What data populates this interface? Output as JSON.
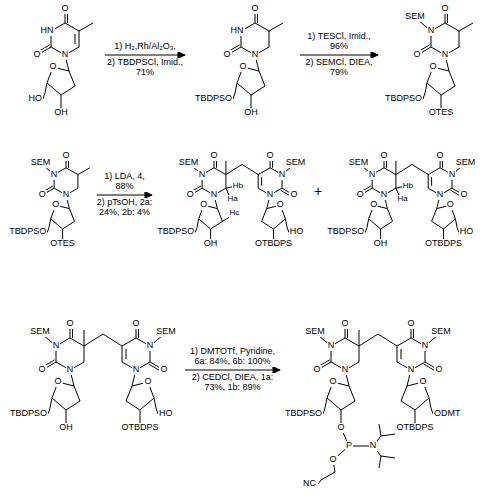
{
  "diagram": {
    "labels": [
      "HN",
      "O",
      "O",
      "N",
      "O",
      "OH",
      "HO",
      "1) H₂,Rh/Al₂O₃,",
      "2) TBDPSCl, Imid., 71%",
      "HN",
      "O",
      "O",
      "N",
      "O",
      "OH",
      "TBDPSO",
      "1) TESCl, Imid., 96%",
      "2) SEMCl, DIEA, 79%",
      "SEM",
      "N",
      "O",
      "O",
      "N",
      "O",
      "OTES",
      "TBDPSO",
      "SEM",
      "N",
      "O",
      "O",
      "N",
      "O",
      "OTES",
      "TBDPSO",
      "1) LDA, 4, 88%",
      "2) pTsOH, 2a: 24%, 2b: 4%",
      "SEM",
      "N",
      "O",
      "O",
      "N",
      "O",
      "OH",
      "TBDPSO",
      "SEM",
      "N",
      "O",
      "O",
      "N",
      "O",
      "OTBDPS",
      "HO",
      "Hb",
      "Ha",
      "Hc",
      "+",
      "SEM",
      "N",
      "O",
      "O",
      "N",
      "O",
      "OH",
      "TBDPSO",
      "SEM",
      "N",
      "O",
      "O",
      "N",
      "O",
      "OTBDPS",
      "HO",
      "Hb",
      "Ha",
      "SEM",
      "N",
      "O",
      "O",
      "N",
      "O",
      "OH",
      "TBDPSO",
      "SEM",
      "N",
      "O",
      "O",
      "N",
      "O",
      "OTBDPS",
      "HO",
      "1) DMTOTf, Pyridine, 6a: 84%, 6b: 100%",
      "2) CEDCl, DIEA, 1a: 73%, 1b: 89%",
      "SEM",
      "N",
      "O",
      "O",
      "N",
      "O",
      "O",
      "TBDPSO",
      "SEM",
      "N",
      "O",
      "O",
      "N",
      "O",
      "OTBDPS",
      "ODMT",
      "P",
      "O",
      "N",
      "NC"
    ]
  }
}
